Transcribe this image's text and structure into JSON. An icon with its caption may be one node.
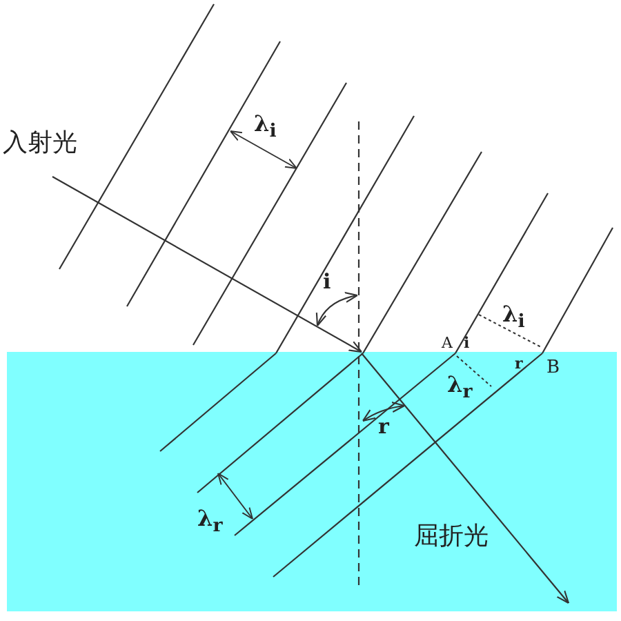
{
  "diagram": {
    "labels": [
      "入射光",
      "λ$_{i}$",
      "i",
      "λ$_{i}$",
      "A",
      "i",
      "r",
      "B",
      "λ$_{r}$",
      "r",
      "λ$_{r}$",
      "屈折光"
    ]
  }
}
